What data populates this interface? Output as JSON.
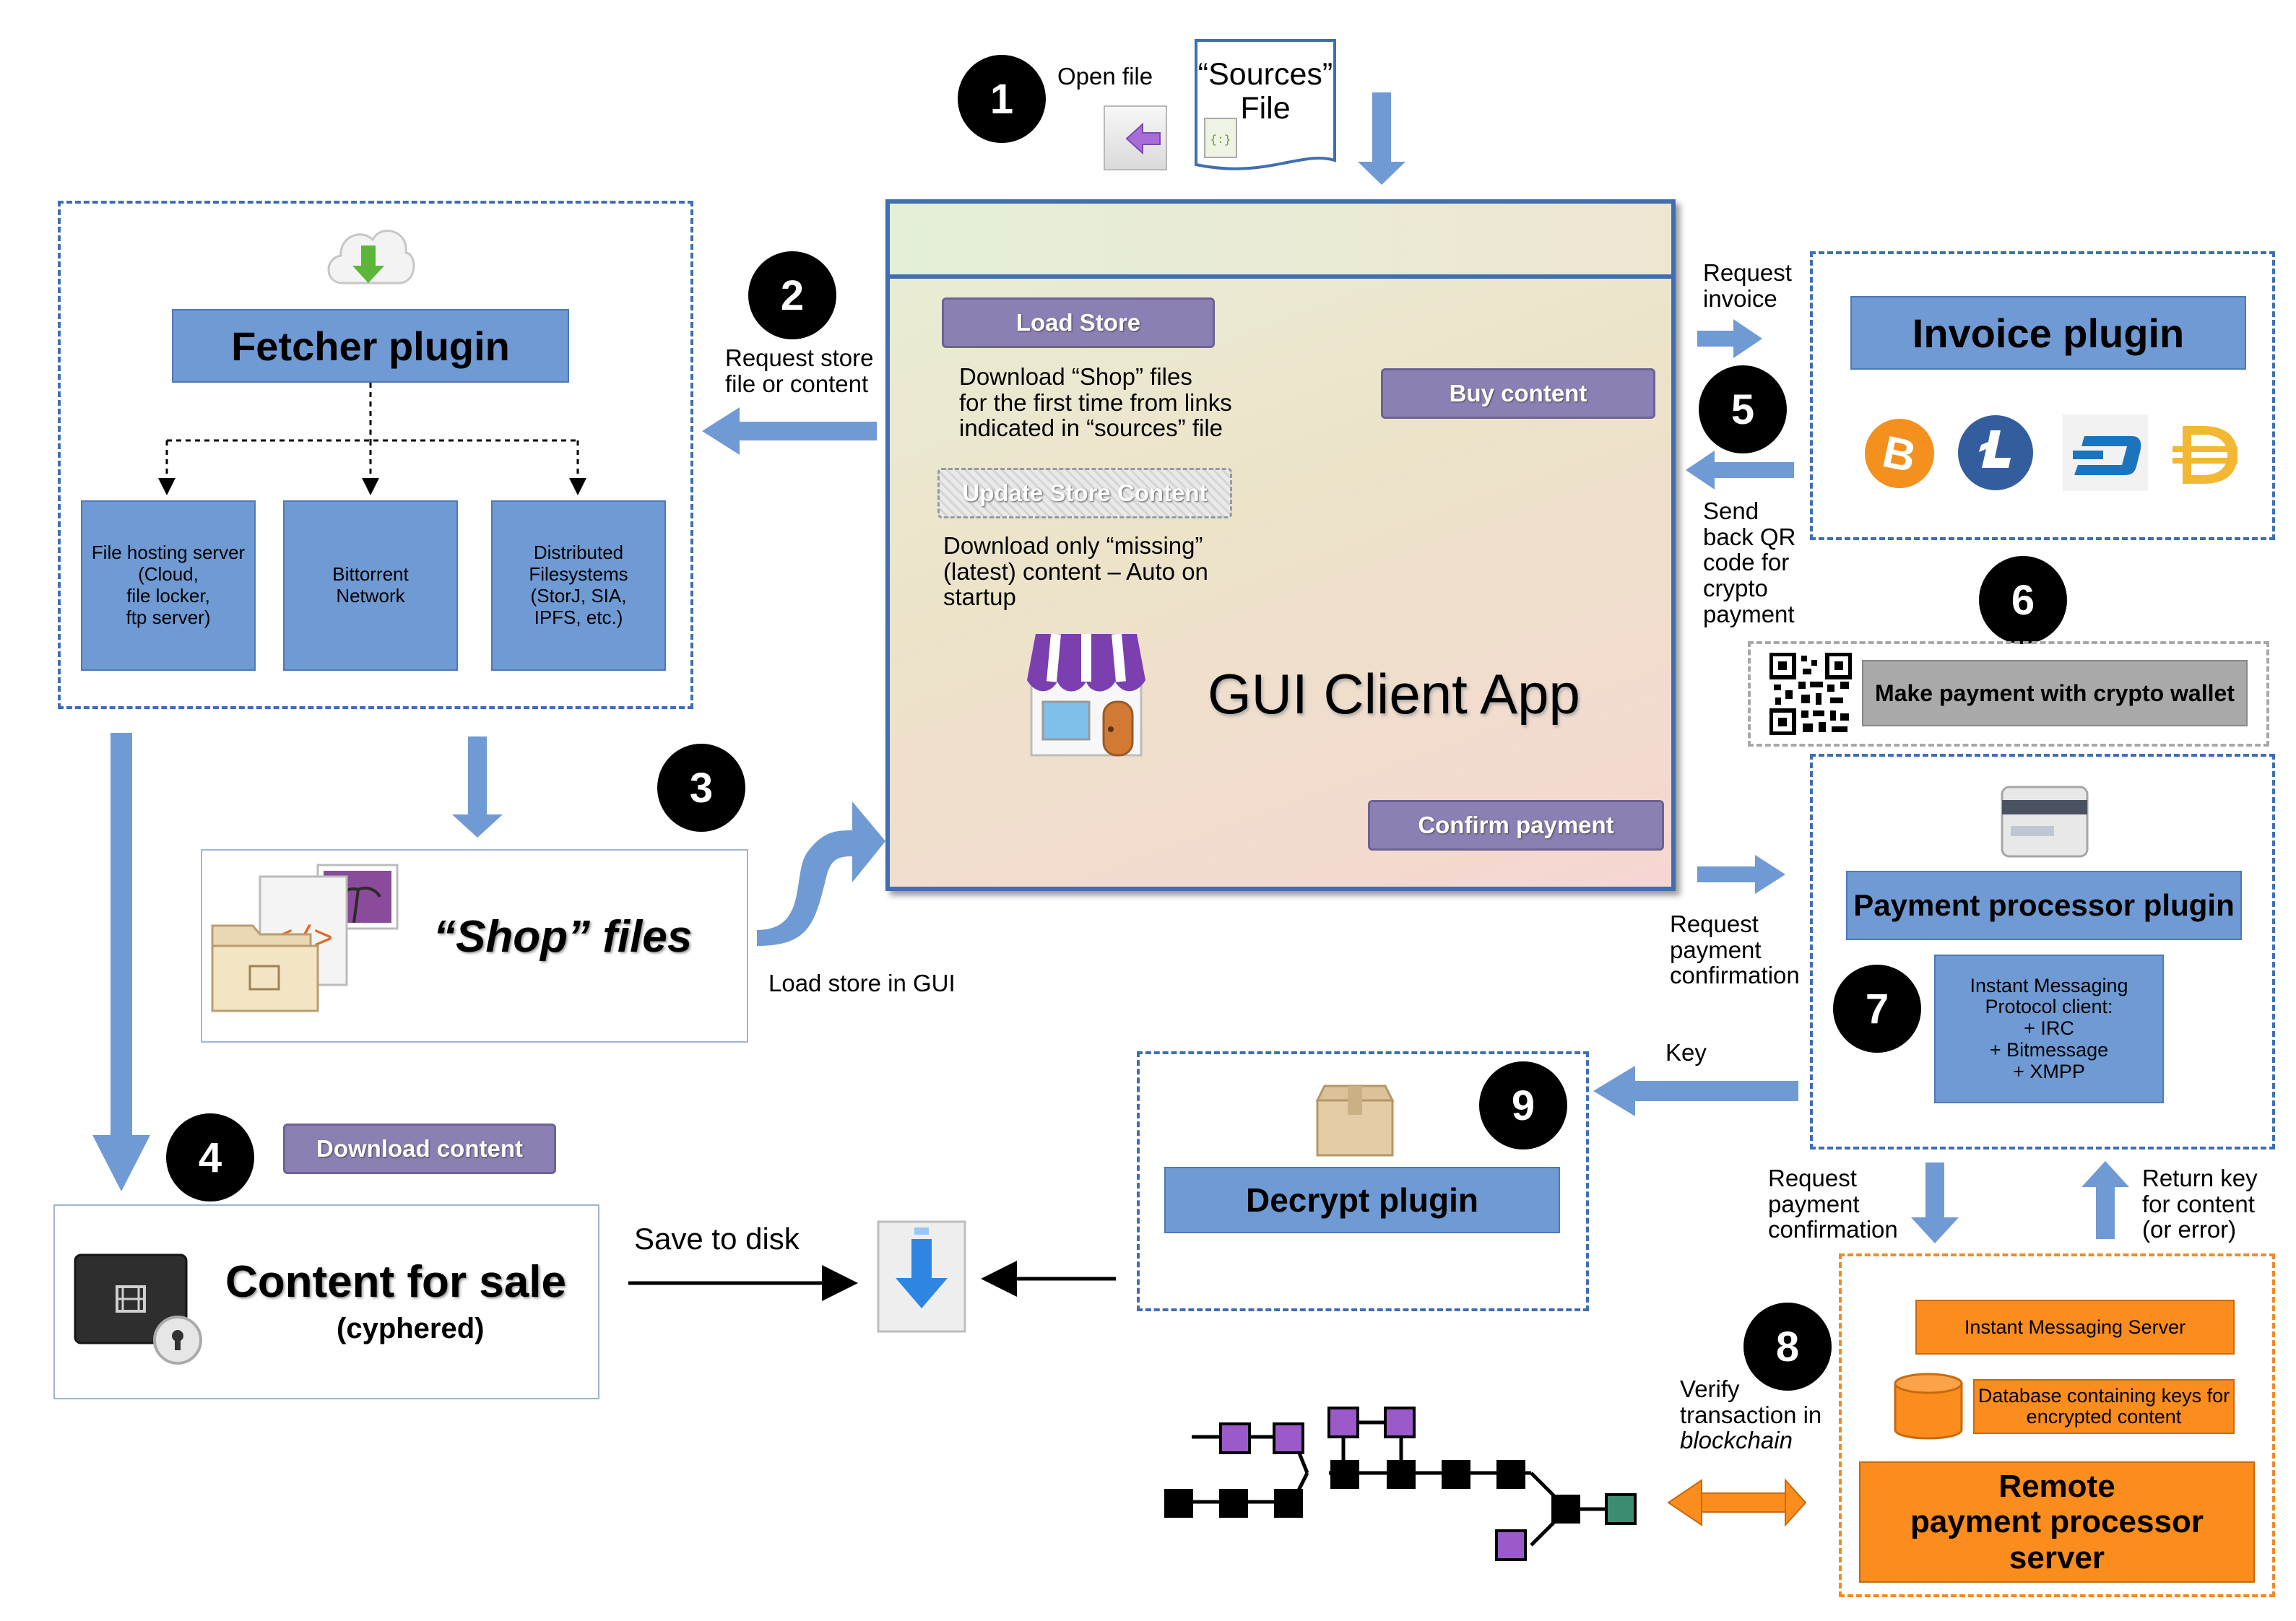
{
  "colors": {
    "blue_box": "#6f9ad3",
    "blue_dash": "#3f6eb3",
    "purple_button": "#8c7fb3",
    "orange": "#fb8c1e",
    "arrow_blue": "#6f9ad3"
  },
  "step_numbers": [
    "1",
    "2",
    "3",
    "4",
    "5",
    "6",
    "7",
    "8",
    "9"
  ],
  "step1": {
    "open_file": "Open file",
    "sources_file": "“Sources”\nFile"
  },
  "step2": {
    "request": "Request store\nfile or content"
  },
  "step3": {
    "load_store": "Load store in GUI"
  },
  "fetcher": {
    "title": "Fetcher plugin",
    "sources": [
      "File hosting server\n(Cloud,\nfile locker,\nftp server)",
      "Bittorrent\nNetwork",
      "Distributed\nFilesystems\n(StorJ, SIA,\nIPFS, etc.)"
    ]
  },
  "shop_files": {
    "title": "“Shop” files"
  },
  "gui": {
    "title": "GUI Client App",
    "load_store_button": "Load Store",
    "load_store_desc": "Download “Shop” files\nfor the first time from links\nindicated in “sources” file",
    "update_button": "Update Store Content",
    "update_desc": "Download only “missing”\n(latest) content – Auto on\nstartup",
    "buy_button": "Buy content",
    "confirm_button": "Confirm payment"
  },
  "invoice": {
    "request_label": "Request\ninvoice",
    "title": "Invoice plugin",
    "send_back": "Send\nback QR\ncode for\ncrypto\npayment",
    "coins": [
      "bitcoin-icon",
      "litecoin-icon",
      "dash-icon",
      "dai-icon"
    ]
  },
  "wallet": {
    "label": "Make payment with crypto wallet"
  },
  "payment_processor": {
    "request_label": "Request\npayment\nconfirmation",
    "title": "Payment processor plugin",
    "im_client": "Instant Messaging\nProtocol client:\n+ IRC\n+ Bitmessage\n+ XMPP",
    "key_label": "Key",
    "request_down": "Request\npayment\nconfirmation",
    "return_key": "Return key\nfor content\n(or error)"
  },
  "decrypt": {
    "title": "Decrypt plugin"
  },
  "download": {
    "button": "Download content",
    "content_title": "Content for sale",
    "content_sub": "(cyphered)",
    "save_to_disk": "Save to disk"
  },
  "remote": {
    "im_server": "Instant Messaging Server",
    "database": "Database containing keys for\nencrypted content",
    "title": "Remote\npayment processor server"
  },
  "blockchain": {
    "verify": "Verify\ntransaction in",
    "word": "blockchain"
  }
}
